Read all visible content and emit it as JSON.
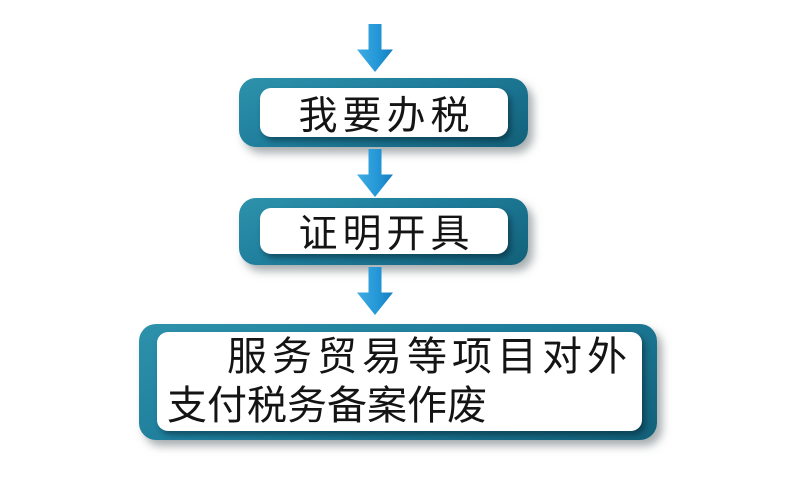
{
  "diagram": {
    "type": "flowchart",
    "background": "#ffffff",
    "colors": {
      "node_border_teal": "#1e7d9b",
      "node_border_teal_dark": "#136079",
      "node_fill_white": "#ffffff",
      "arrow_blue": "#2598d8",
      "text_black": "#141414"
    },
    "nodes": [
      {
        "id": "step-1",
        "label": "我要办税"
      },
      {
        "id": "step-2",
        "label": "证明开具"
      },
      {
        "id": "step-3",
        "label": "服务贸易等项目对外支付税务备案作废",
        "lines": [
          "服务贸易等项目对外",
          "支付税务备案作废"
        ]
      }
    ],
    "connectors": [
      {
        "icon": "arrow-down-icon"
      },
      {
        "icon": "arrow-down-icon"
      },
      {
        "icon": "arrow-down-icon"
      }
    ]
  }
}
